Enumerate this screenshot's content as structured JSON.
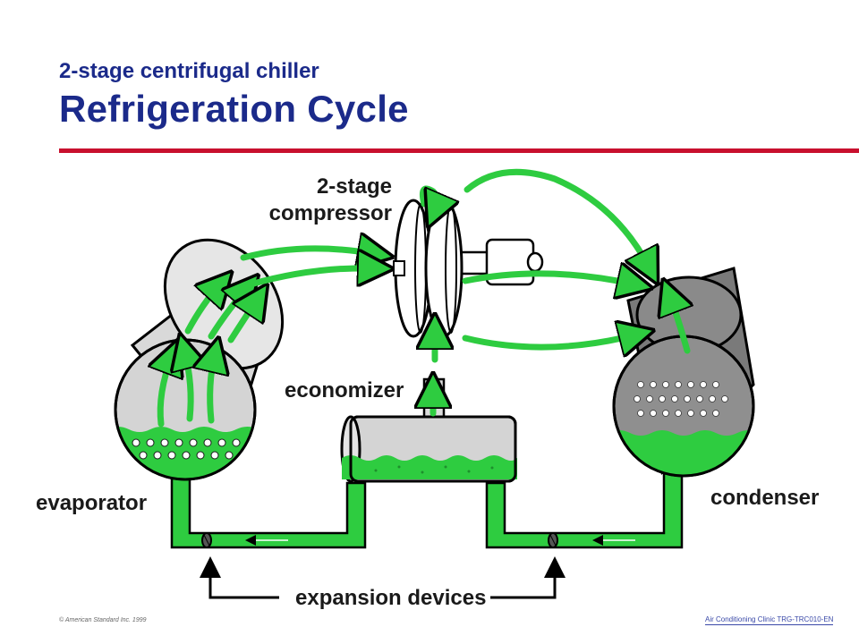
{
  "slide": {
    "subtitle": "2-stage centrifugal chiller",
    "title": "Refrigeration Cycle"
  },
  "labels": {
    "compressor_line1": "2-stage",
    "compressor_line2": "compressor",
    "economizer": "economizer",
    "evaporator": "evaporator",
    "condenser": "condenser",
    "expansion": "expansion devices"
  },
  "footer": {
    "copyright": "© American Standard Inc. 1999",
    "course": "Air Conditioning Clinic TRG-TRC010-EN"
  },
  "colors": {
    "title": "#1b2a8a",
    "rule": "#c8102e",
    "refrigerant": "#2ecc40",
    "vessel_light": "#cfcfcf",
    "vessel_dark": "#7a7a7a"
  }
}
